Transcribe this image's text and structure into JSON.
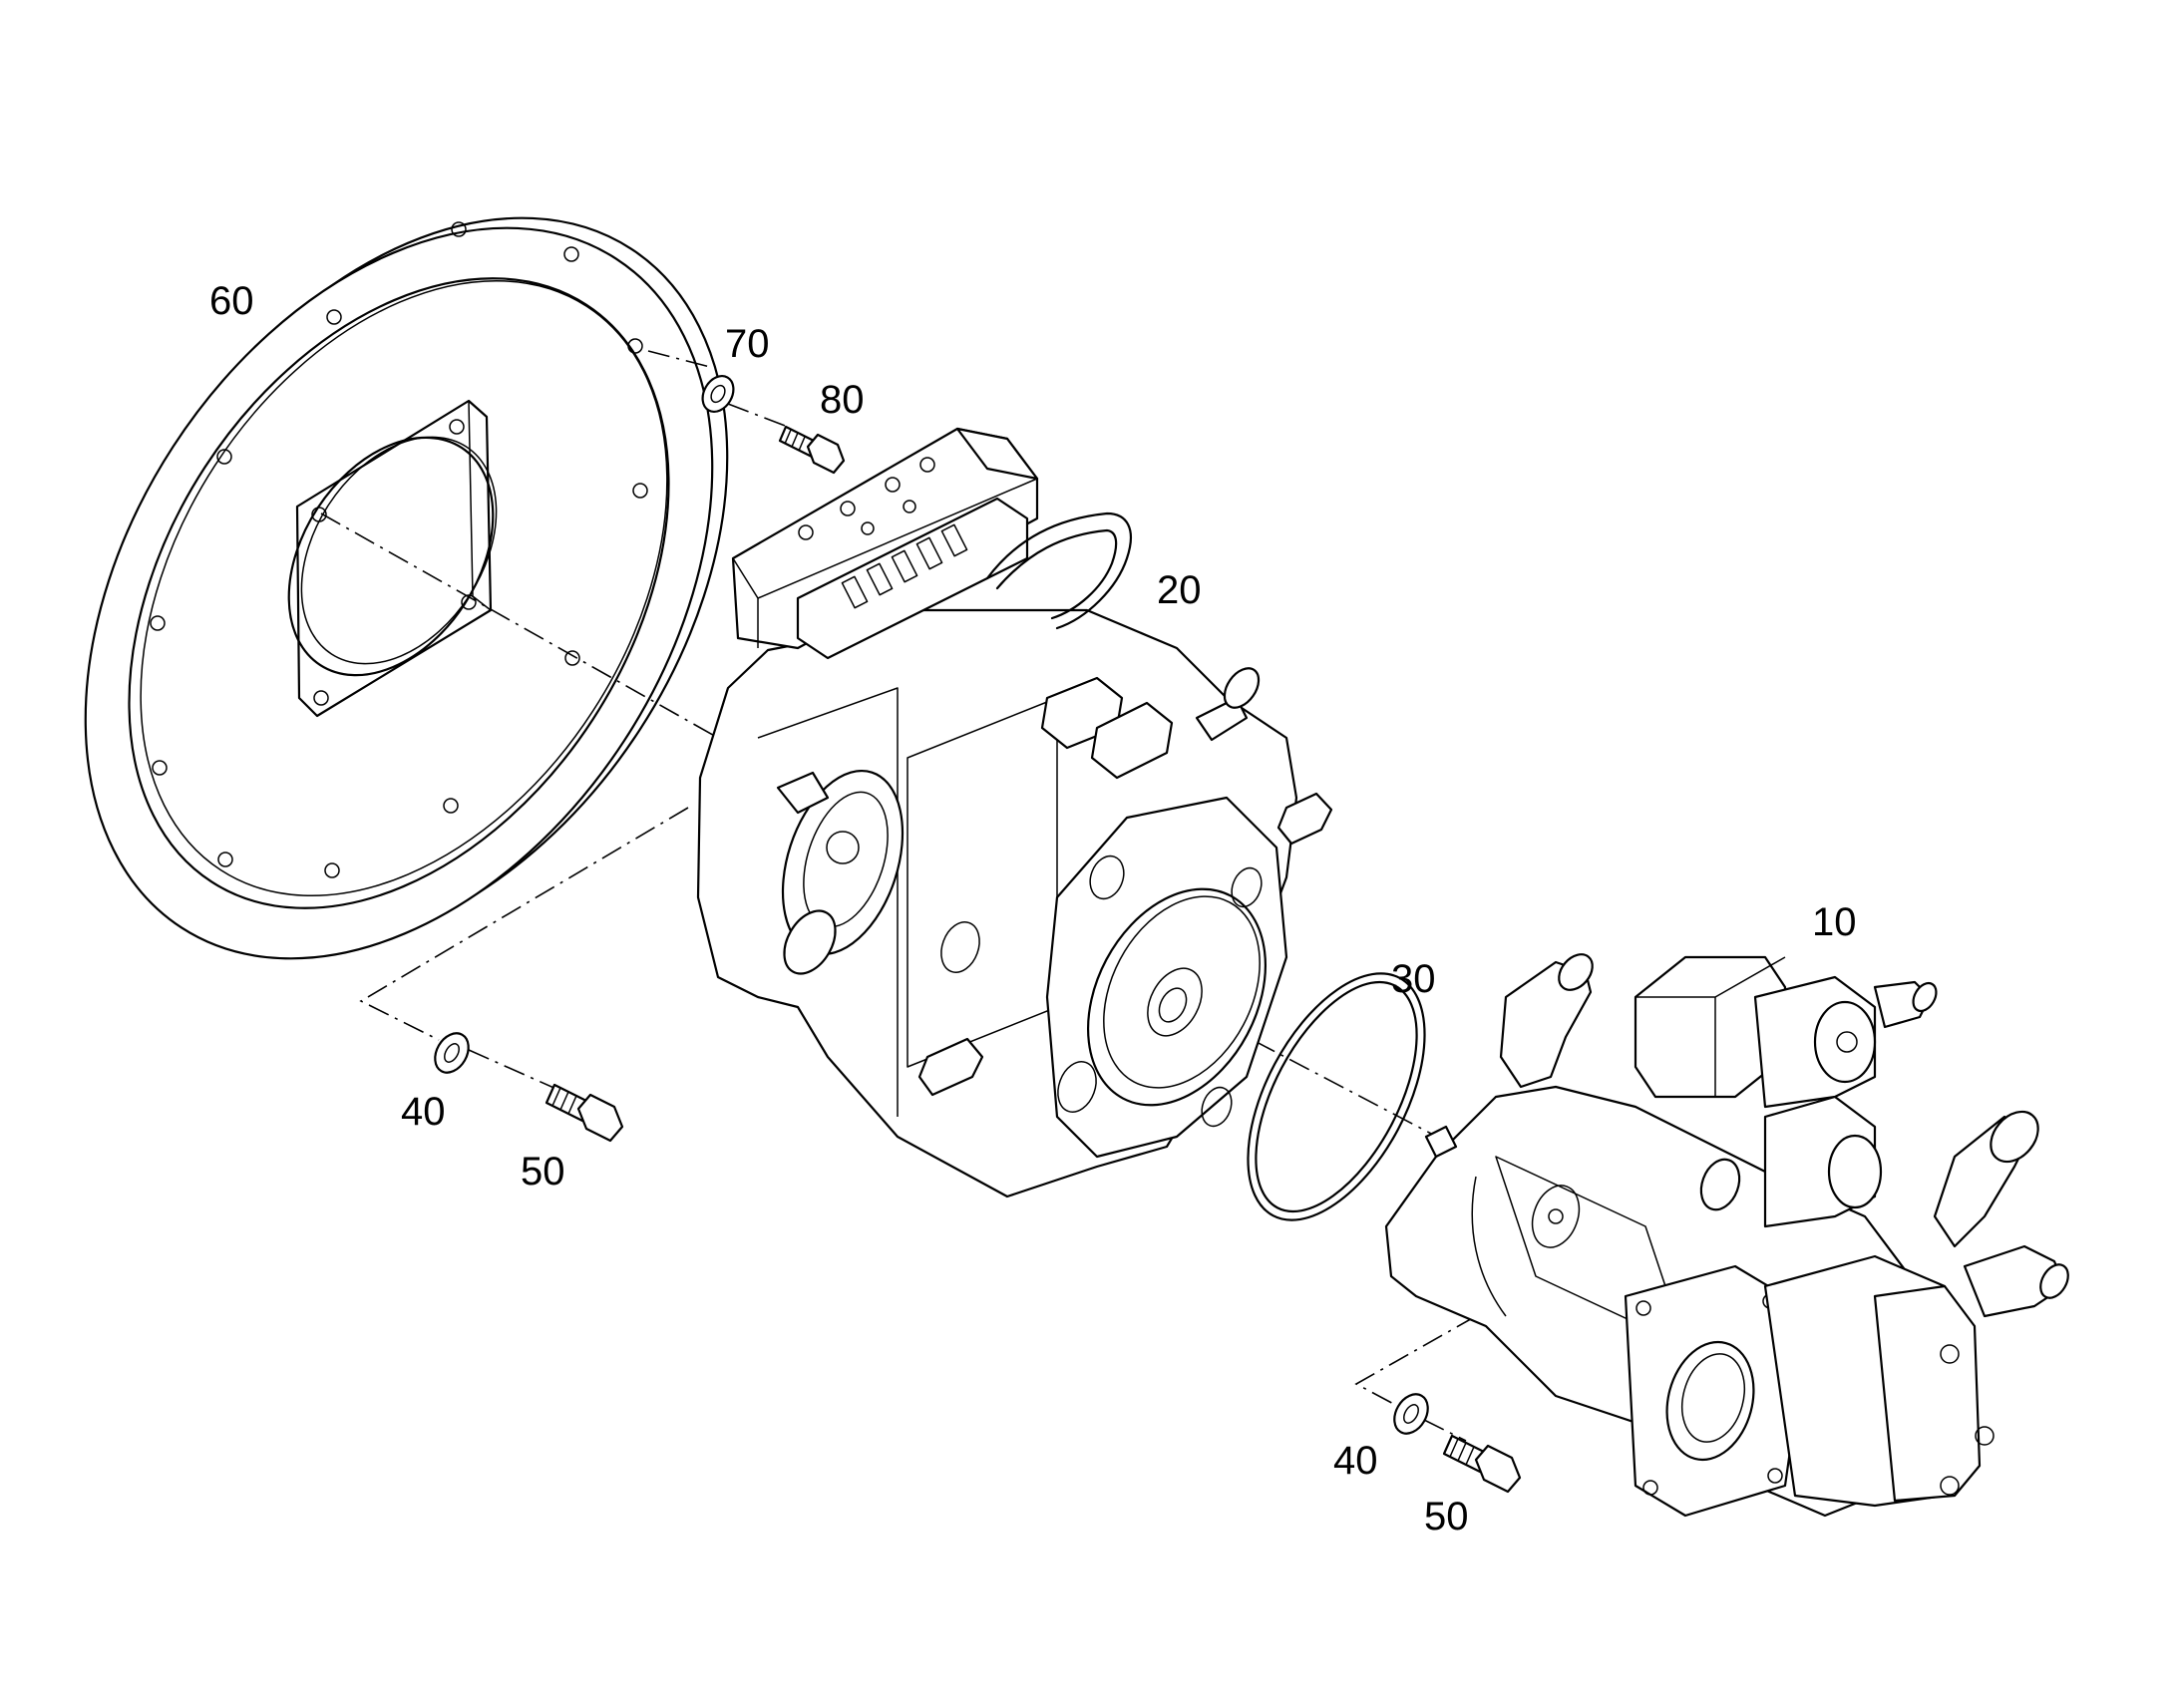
{
  "callouts": {
    "c60": "60",
    "c70": "70",
    "c80": "80",
    "c20": "20",
    "c10": "10",
    "c30": "30",
    "c40a": "40",
    "c50a": "50",
    "c40b": "40",
    "c50b": "50"
  }
}
